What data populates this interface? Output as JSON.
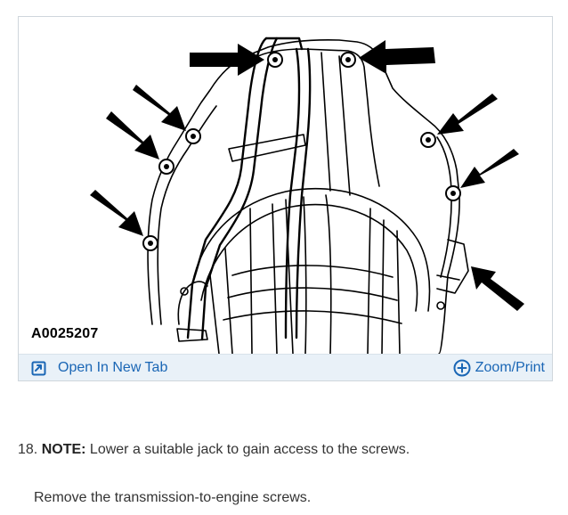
{
  "figure": {
    "id_label": "A0025207",
    "illustration": "transmission-bellhousing-with-screw-arrows"
  },
  "toolbar": {
    "open_tab_label": "Open In New Tab",
    "open_tab_icon": "open-in-new-tab-icon",
    "zoom_label": "Zoom/Print",
    "zoom_icon": "plus-circle-icon",
    "link_color": "#1a66b5",
    "background_color": "#e9f1f8"
  },
  "step": {
    "number": "18.",
    "note_label": "NOTE:",
    "note_text": " Lower a suitable jack to gain access to the screws.",
    "instruction": "Remove the transmission-to-engine screws."
  }
}
